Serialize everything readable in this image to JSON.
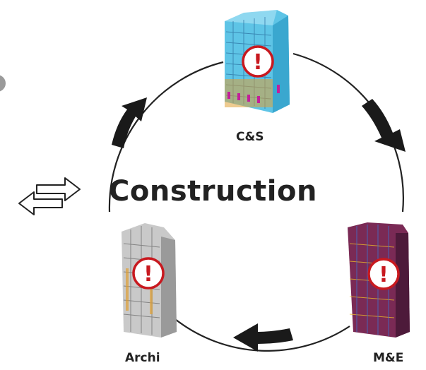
{
  "title": "Construction",
  "nodes": {
    "cs": {
      "label": "C&S",
      "alert_symbol": "!"
    },
    "me": {
      "label": "M&E",
      "alert_symbol": "!"
    },
    "archi": {
      "label": "Archi",
      "alert_symbol": "!"
    }
  },
  "icons": {
    "exchange": "exchange-arrows-icon",
    "alert": "warning-exclamation-icon",
    "building": "building-model-icon"
  },
  "colors": {
    "alert_red": "#c8191f",
    "cycle_line": "#222222",
    "cs_building": "#5ec4e6",
    "me_building": "#7a2a55",
    "archi_building": "#9a9a9a"
  }
}
